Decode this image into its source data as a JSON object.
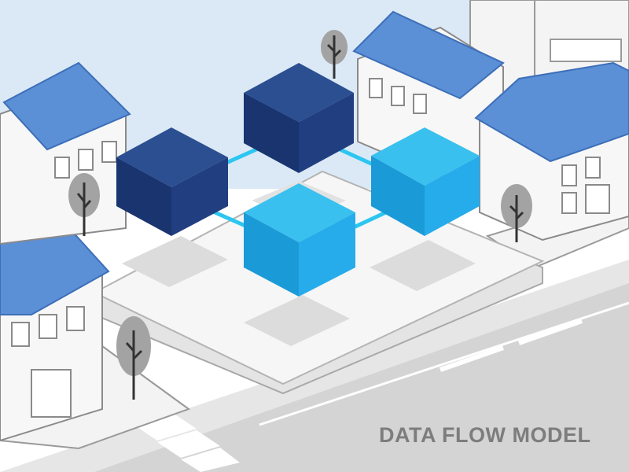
{
  "caption": "DATA FLOW MODEL",
  "colors": {
    "sky": "#dbe9f6",
    "roof": "#5b8fd6",
    "roof_dark": "#3d6fb8",
    "outline": "#8a8a8a",
    "wall": "#f7f7f7",
    "road": "#d2d2d2",
    "platform": "#f2f2f2",
    "cube_dark_top": "#2b4f91",
    "cube_dark_left": "#1a3470",
    "cube_dark_right": "#213f80",
    "cube_light_top": "#39c0ee",
    "cube_light_left": "#1b9ad8",
    "cube_light_right": "#26acea",
    "connector": "#2cc6f0",
    "tree": "#9a9a9a",
    "trunk": "#333333"
  },
  "diagram": {
    "nodes": [
      {
        "id": "node-top",
        "style": "dark"
      },
      {
        "id": "node-left",
        "style": "dark"
      },
      {
        "id": "node-right",
        "style": "light"
      },
      {
        "id": "node-bottom",
        "style": "light"
      }
    ],
    "links": [
      {
        "from": "node-left",
        "to": "node-top"
      },
      {
        "from": "node-top",
        "to": "node-right"
      },
      {
        "from": "node-left",
        "to": "node-bottom"
      },
      {
        "from": "node-bottom",
        "to": "node-right"
      }
    ]
  }
}
